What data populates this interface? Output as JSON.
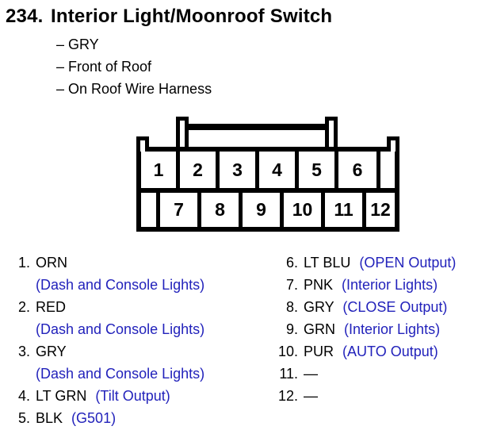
{
  "colors": {
    "note_blue": "#2222bb",
    "ink": "#000000"
  },
  "header": {
    "number": "234.",
    "title": "Interior Light/Moonroof Switch",
    "details": [
      "– GRY",
      "– Front of Roof",
      "– On Roof Wire Harness"
    ]
  },
  "connector": {
    "top_row": [
      "1",
      "2",
      "3",
      "4",
      "5",
      "6"
    ],
    "bottom_row": [
      "7",
      "8",
      "9",
      "10",
      "11",
      "12"
    ]
  },
  "pins_left": [
    {
      "num": "1.",
      "wire": "ORN",
      "note": "(Dash and Console Lights)"
    },
    {
      "num": "2.",
      "wire": "RED",
      "note": "(Dash and Console Lights)"
    },
    {
      "num": "3.",
      "wire": "GRY",
      "note": "(Dash and Console Lights)"
    },
    {
      "num": "4.",
      "wire": "LT GRN",
      "note": "(Tilt Output)"
    },
    {
      "num": "5.",
      "wire": "BLK",
      "note": "(G501)"
    }
  ],
  "pins_right": [
    {
      "num": "6.",
      "wire": "LT BLU",
      "note": "(OPEN Output)"
    },
    {
      "num": "7.",
      "wire": "PNK",
      "note": "(Interior Lights)"
    },
    {
      "num": "8.",
      "wire": "GRY",
      "note": "(CLOSE Output)"
    },
    {
      "num": "9.",
      "wire": "GRN",
      "note": "(Interior Lights)"
    },
    {
      "num": "10.",
      "wire": "PUR",
      "note": "(AUTO Output)"
    },
    {
      "num": "11.",
      "wire": "—"
    },
    {
      "num": "12.",
      "wire": "—"
    }
  ]
}
